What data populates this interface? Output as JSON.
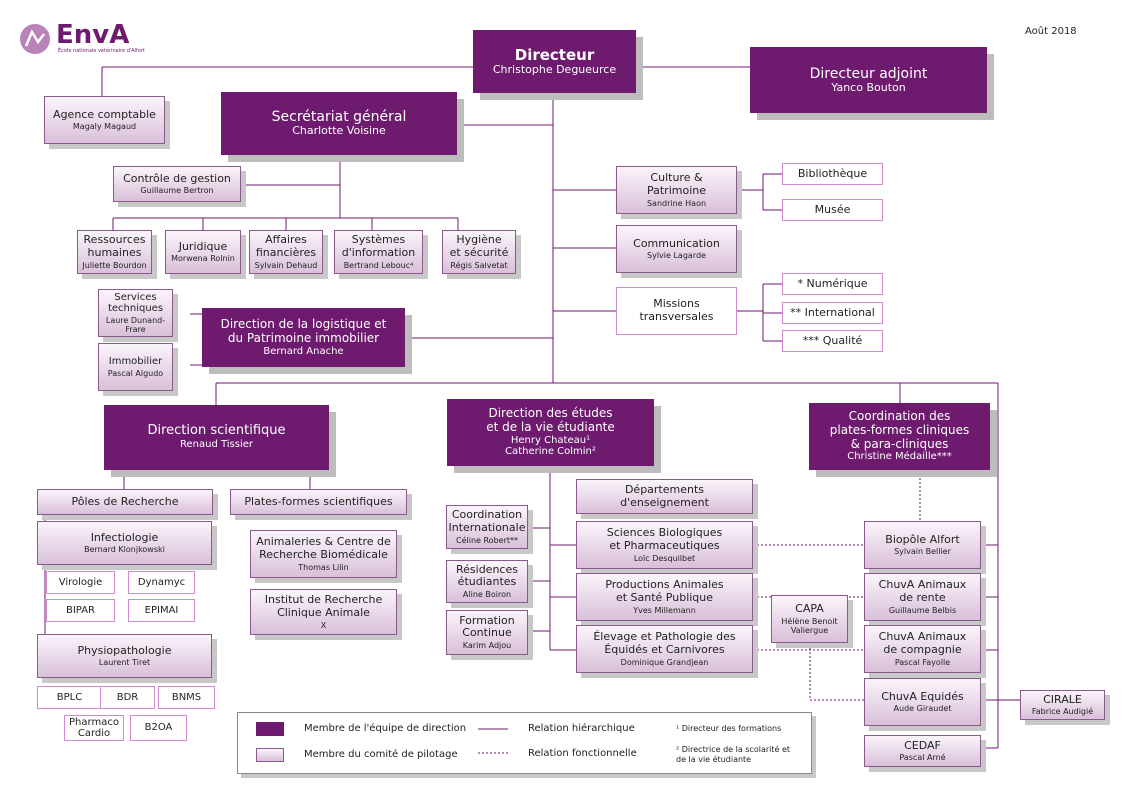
{
  "colors": {
    "direction": "#6e1a6e",
    "pilotage_light": "#fbf4fb",
    "pilotage_dark": "#d9c0d9",
    "line": "#6e1a6e"
  },
  "header": {
    "logo_text": "EnvA",
    "logo_subtitle": "École nationale vétérinaire d'Alfort",
    "date": "Août 2018"
  },
  "boxes": {
    "directeur": {
      "title": "Directeur",
      "name": "Christophe Degueurce"
    },
    "directeur_adjoint": {
      "title": "Directeur adjoint",
      "name": "Yanco Bouton"
    },
    "agence_comptable": {
      "title": "Agence comptable",
      "name": "Magaly Magaud"
    },
    "secretariat_general": {
      "title": "Secrétariat général",
      "name": "Charlotte Voisine"
    },
    "controle_gestion": {
      "title": "Contrôle de gestion",
      "name": "Guillaume Bertron"
    },
    "ressources_humaines": {
      "title": "Ressources\nhumaines",
      "name": "Juliette Bourdon"
    },
    "juridique": {
      "title": "Juridique",
      "name": "Morwena Rolnin"
    },
    "affaires_financieres": {
      "title": "Affaires\nfinancières",
      "name": "Sylvain Dehaud"
    },
    "systemes_information": {
      "title": "Systèmes\nd'information",
      "name": "Bertrand Lebouc⁴"
    },
    "hygiene_securite": {
      "title": "Hygiène\net sécurité",
      "name": "Régis Salvetat"
    },
    "culture_patrimoine": {
      "title": "Culture &\nPatrimoine",
      "name": "Sandrine Haon"
    },
    "bibliotheque": {
      "title": "Bibliothèque"
    },
    "musee": {
      "title": "Musée"
    },
    "communication": {
      "title": "Communication",
      "name": "Sylvie Lagarde"
    },
    "missions_transversales": {
      "title": "Missions\ntransversales"
    },
    "numerique": {
      "title": "* Numérique"
    },
    "international": {
      "title": "** International"
    },
    "qualite": {
      "title": "*** Qualité"
    },
    "services_techniques": {
      "title": "Services\ntechniques",
      "name": "Laure Dunand-\nFrare"
    },
    "immobilier": {
      "title": "Immobilier",
      "name": "Pascal Algudo"
    },
    "direction_logistique": {
      "title": "Direction de la logistique et\ndu Patrimoine immobilier",
      "name": "Bernard Anache"
    },
    "direction_scientifique": {
      "title": "Direction scientifique",
      "name": "Renaud Tissier"
    },
    "direction_etudes": {
      "title": "Direction des études\net de la vie étudiante",
      "name": "Henry Chateau¹\nCatherine Colmin²"
    },
    "coordination_plateformes": {
      "title": "Coordination des\nplates-formes cliniques\n& para-cliniques",
      "name": "Christine Médaille***"
    },
    "poles_recherche": {
      "title": "Pôles de Recherche"
    },
    "plates_formes": {
      "title": "Plates-formes scientifiques"
    },
    "infectiologie": {
      "title": "Infectiologie",
      "name": "Bernard Klonjkowski"
    },
    "virologie": {
      "title": "Virologie"
    },
    "dynamyc": {
      "title": "Dynamyc"
    },
    "bipar": {
      "title": "BIPAR"
    },
    "epimai": {
      "title": "EPIMAI"
    },
    "physiopathologie": {
      "title": "Physiopathologie",
      "name": "Laurent Tiret"
    },
    "bplc": {
      "title": "BPLC"
    },
    "bdr": {
      "title": "BDR"
    },
    "bnms": {
      "title": "BNMS"
    },
    "pharmaco_cardio": {
      "title": "Pharmaco\nCardio"
    },
    "b2oa": {
      "title": "B2OA"
    },
    "animaleries": {
      "title": "Animaleries & Centre de\nRecherche Biomédicale",
      "name": "Thomas Lilin"
    },
    "institut_recherche": {
      "title": "Institut de Recherche\nClinique Animale",
      "name": "X"
    },
    "coordination_internationale": {
      "title": "Coordination\nInternationale",
      "name": "Céline Robert**"
    },
    "residences": {
      "title": "Résidences\nétudiantes",
      "name": "Aline Boiron"
    },
    "formation_continue": {
      "title": "Formation\nContinue",
      "name": "Karim Adjou"
    },
    "departements": {
      "title": "Départements\nd'enseignement"
    },
    "sciences_bio": {
      "title": "Sciences Biologiques\net Pharmaceutiques",
      "name": "Loïc Desquilbet"
    },
    "productions_animales": {
      "title": "Productions Animales\net Santé Publique",
      "name": "Yves Millemann"
    },
    "elevage_pathologie": {
      "title": "Élevage et Pathologie des\nÉquidés et Carnivores",
      "name": "Dominique Grandjean"
    },
    "capa": {
      "title": "CAPA",
      "name": "Hélène Benoit\nValiergue"
    },
    "biopole": {
      "title": "Biopôle Alfort",
      "name": "Sylvain Bellier"
    },
    "chuva_rente": {
      "title": "ChuvA Animaux\nde rente",
      "name": "Guillaume Belbis"
    },
    "chuva_compagnie": {
      "title": "ChuvA Animaux\nde compagnie",
      "name": "Pascal Fayolle"
    },
    "chuva_equides": {
      "title": "ChuvA Equidés",
      "name": "Aude Giraudet"
    },
    "cedaf": {
      "title": "CEDAF",
      "name": "Pascal Arné"
    },
    "cirale": {
      "title": "CIRALE",
      "name": "Fabrice Audigié"
    }
  },
  "legend": {
    "direction": "Membre de l'équipe de direction",
    "pilotage": "Membre du comité de pilotage",
    "hierarchique": "Relation hiérarchique",
    "fonctionnelle": "Relation fonctionnelle",
    "note1": "¹ Directeur des formations",
    "note2": "² Directrice de la scolarité et\nde la vie étudiante"
  }
}
